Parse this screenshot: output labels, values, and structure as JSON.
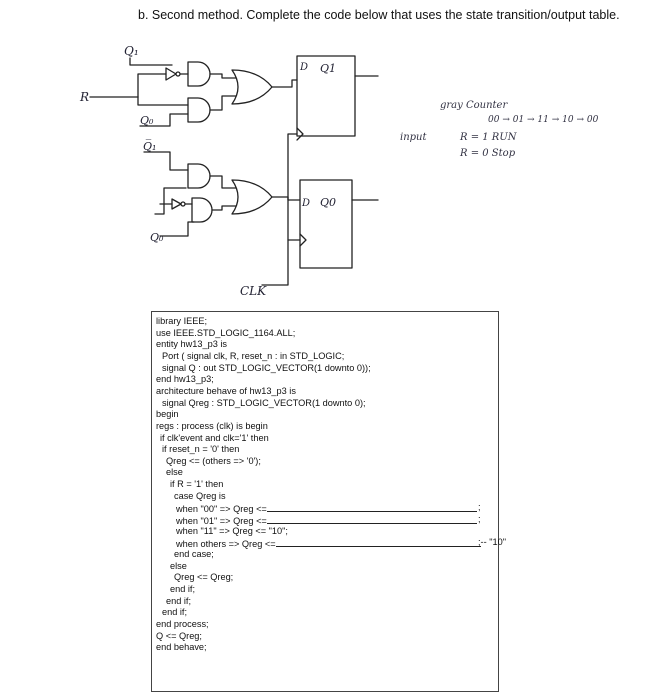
{
  "heading": "b.  Second method. Complete the code below that uses the state transition/output table.",
  "diagram": {
    "labels": {
      "q1_input": "Q₁",
      "r_input": "R",
      "q0_a": "Q₀",
      "q1_bar": "Q̅₁",
      "q0_b": "Q₀",
      "ff_top_d": "D",
      "ff_top_q": "Q1",
      "ff_bot_d": "D",
      "ff_bot_q": "Q0",
      "clk": "CLK"
    },
    "notes": {
      "gray_title": "gray Counter",
      "gray_seq": "00 → 01 → 11 → 10 → 00",
      "input_label": "input",
      "r1": "R = 1   RUN",
      "r0": "R = 0   Stop"
    }
  },
  "code": {
    "lines": [
      "library IEEE;",
      "use IEEE.STD_LOGIC_1164.ALL;",
      "entity hw13_p3 is",
      "  Port ( signal clk, R, reset_n : in  STD_LOGIC;",
      "         signal Q    : out STD_LOGIC_VECTOR(1 downto 0));",
      "end hw13_p3;",
      "architecture behave of hw13_p3 is",
      "  signal Qreg : STD_LOGIC_VECTOR(1 downto 0);",
      "begin",
      "regs : process (clk) is begin",
      "   if clk'event and clk='1' then",
      "     if reset_n = '0' then",
      "       Qreg <= (others => '0');",
      "     else",
      "       if R = '1' then",
      "         case Qreg is",
      "           when \"00\" => Qreg <=",
      "           when \"01\" => Qreg <=",
      "           when \"11\" => Qreg <= \"10\";",
      "           when others => Qreg <=",
      "         end case;",
      "       else",
      "         Qreg <= Qreg;",
      "       end if;",
      "     end if;",
      "   end if;",
      "end process;",
      "Q <= Qreg;",
      "end behave;"
    ],
    "semicolon": ";",
    "comment_suffix": ";-- \"10\""
  }
}
